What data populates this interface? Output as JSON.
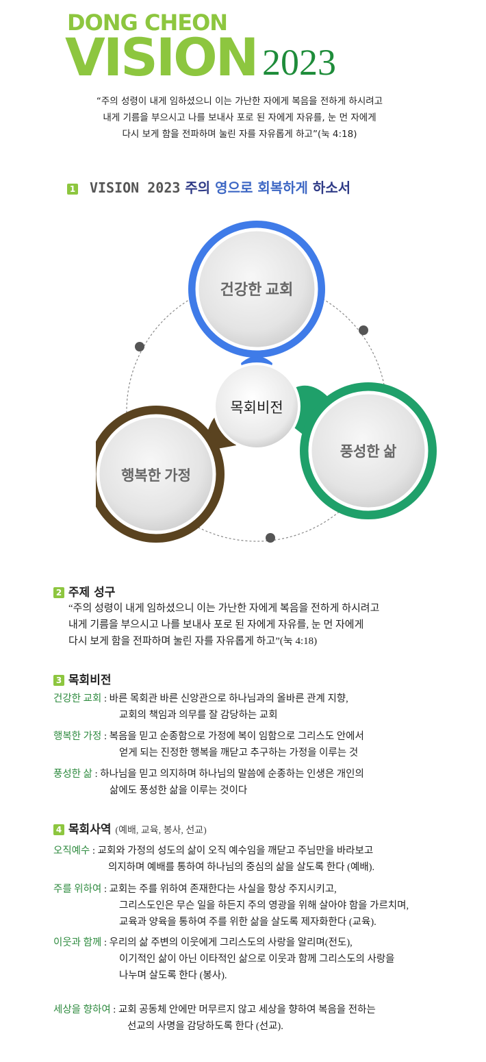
{
  "brand": {
    "top": "DONG CHEON",
    "vision": "VISION",
    "year": "2023"
  },
  "intro_quote": [
    "“주의 성령이 내게 임하셨으니 이는 가난한 자에게 복음을 전하게 하시려고",
    "내게 기름을 부으시고 나를 보내사 포로 된 자에게 자유를, 눈 먼 자에게",
    "다시 보게 함을 전파하며 눌린 자를 자유롭게 하고”(눅 4:18)"
  ],
  "section1": {
    "number": "1",
    "vision": "VISION 2023",
    "words": [
      "주의",
      "영으로",
      "회복하게",
      "하소서"
    ]
  },
  "diagram": {
    "center": "목회비전",
    "top": "건강한 교회",
    "right": "풍성한 삶",
    "left": "행복한 가정",
    "colors": {
      "top": "#3f7be8",
      "right": "#1fa06a",
      "left": "#5a4320"
    }
  },
  "section2": {
    "number": "2",
    "title": "주제 성구",
    "lines": [
      "“주의 성령이 내게 임하셨으니 이는 가난한 자에게 복음을 전하게 하시려고",
      "내게 기름을 부으시고 나를 보내사 포로 된 자에게 자유를, 눈 먼 자에게",
      "다시 보게 함을 전파하며 눌린 자를 자유롭게 하고”(눅 4:18)"
    ]
  },
  "section3": {
    "number": "3",
    "title": "목회비전",
    "items": [
      {
        "label": "건강한 교회",
        "sep": " : ",
        "lines": [
          "바른 목회관 바른 신앙관으로 하나님과의 올바른 관계 지향,",
          "교회의 책임과 의무를 잘 감당하는 교회"
        ]
      },
      {
        "label": "행복한 가정",
        "sep": " : ",
        "lines": [
          "복음을 믿고 순종함으로 가정에 복이 임함으로 그리스도 안에서",
          "얻게 되는 진정한 행복을 깨닫고 추구하는 가정을 이루는 것"
        ]
      },
      {
        "label": "풍성한 삶",
        "sep": " : ",
        "lines": [
          "하나님을 믿고 의지하며 하나님의 말씀에 순종하는 인생은 개인의",
          "삶에도 풍성한 삶을 이루는 것이다"
        ]
      }
    ]
  },
  "section4": {
    "number": "4",
    "title": "목회사역",
    "subtitle": "(예배, 교육, 봉사, 선교)",
    "items": [
      {
        "label": "오직예수",
        "sep": " :  ",
        "lines": [
          "교회와 가정의 성도의 삶이 오직 예수임을 깨닫고 주님만을 바라보고",
          "의지하며 예배를 통하여 하나님의 중심의 삶을 살도록 한다 (예배)."
        ]
      },
      {
        "label": "주를 위하여",
        "sep": " : ",
        "lines": [
          "교회는 주를 위하여 존재한다는 사실을 항상 주지시키고,",
          "그리스도인은 무슨 일을 하든지 주의 영광을 위해 살아야 함을 가르치며,",
          "교육과 양육을 통하여 주를 위한 삶을 살도록 제자화한다 (교육)."
        ]
      },
      {
        "label": "이웃과 함께",
        "sep": " : ",
        "lines": [
          "우리의 삶 주변의 이웃에게 그리스도의 사랑을 알리며(전도),",
          "이기적인 삶이 아닌 이타적인 삶으로 이웃과 함께 그리스도의 사랑을",
          "나누며 살도록 한다 (봉사)."
        ]
      },
      {
        "label": "세상을 향하여",
        "sep": " : ",
        "lines": [
          "교회 공동체 안에만 머무르지 않고 세상을 향하여 복음을 전하는",
          "선교의 사명을 감당하도록 한다 (선교)."
        ]
      }
    ]
  }
}
